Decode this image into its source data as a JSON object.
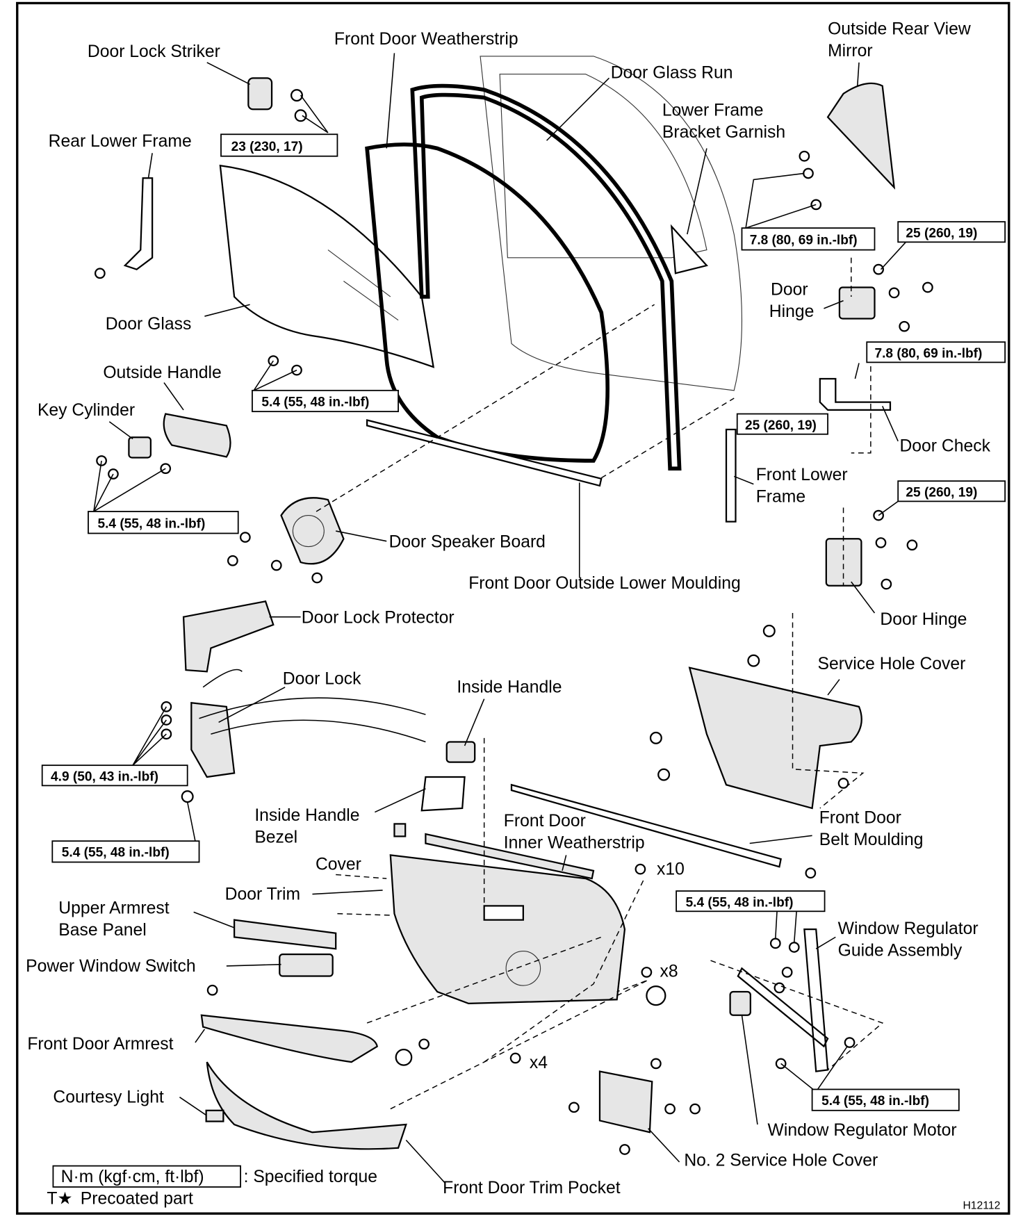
{
  "labels": {
    "door_lock_striker": "Door Lock Striker",
    "front_door_weatherstrip": "Front Door Weatherstrip",
    "outside_rear_view_mirror_1": "Outside Rear View",
    "outside_rear_view_mirror_2": "Mirror",
    "door_glass_run": "Door Glass Run",
    "lower_frame_bracket_garnish_1": "Lower Frame",
    "lower_frame_bracket_garnish_2": "Bracket Garnish",
    "rear_lower_frame": "Rear Lower Frame",
    "door_hinge_upper_1": "Door",
    "door_hinge_upper_2": "Hinge",
    "door_glass": "Door Glass",
    "outside_handle": "Outside Handle",
    "key_cylinder": "Key Cylinder",
    "door_check": "Door Check",
    "front_lower_frame_1": "Front Lower",
    "front_lower_frame_2": "Frame",
    "door_speaker_board": "Door Speaker Board",
    "front_door_outside_lower_moulding": "Front Door Outside Lower Moulding",
    "door_lock_protector": "Door Lock Protector",
    "door_hinge_lower": "Door Hinge",
    "service_hole_cover": "Service Hole Cover",
    "door_lock": "Door Lock",
    "inside_handle": "Inside Handle",
    "inside_handle_bezel_1": "Inside Handle",
    "inside_handle_bezel_2": "Bezel",
    "front_door_inner_weatherstrip_1": "Front Door",
    "front_door_inner_weatherstrip_2": "Inner Weatherstrip",
    "front_door_belt_moulding_1": "Front Door",
    "front_door_belt_moulding_2": "Belt Moulding",
    "cover": "Cover",
    "x10": "x10",
    "door_trim": "Door Trim",
    "upper_armrest_base_panel_1": "Upper Armrest",
    "upper_armrest_base_panel_2": "Base Panel",
    "window_regulator_guide_1": "Window Regulator",
    "window_regulator_guide_2": "Guide Assembly",
    "power_window_switch": "Power Window Switch",
    "x8": "x8",
    "front_door_armrest": "Front Door Armrest",
    "x4": "x4",
    "courtesy_light": "Courtesy Light",
    "window_regulator_motor": "Window Regulator Motor",
    "no2_service_hole_cover": "No. 2 Service Hole Cover",
    "front_door_trim_pocket": "Front Door Trim Pocket"
  },
  "torques": {
    "striker": "23 (230, 17)",
    "mirror": "7.8 (80, 69 in.-lbf)",
    "hinge_upper": "25 (260, 19)",
    "check": "7.8 (80, 69 in.-lbf)",
    "glass": "5.4 (55, 48 in.-lbf)",
    "front_lower_frame": "25 (260, 19)",
    "hinge_lower": "25 (260, 19)",
    "handle": "5.4 (55, 48 in.-lbf)",
    "door_lock": "4.9 (50, 43 in.-lbf)",
    "lock_protector": "5.4 (55, 48 in.-lbf)",
    "regulator_guide": "5.4 (55, 48 in.-lbf)",
    "regulator_motor": "5.4 (55, 48 in.-lbf)"
  },
  "legend": {
    "torque_unit": "N·m (kgf·cm, ft·lbf)",
    "torque_desc": ": Specified torque",
    "precoat_symbol": "T★",
    "precoat_desc": "Precoated part"
  },
  "figure_id": "H12112"
}
